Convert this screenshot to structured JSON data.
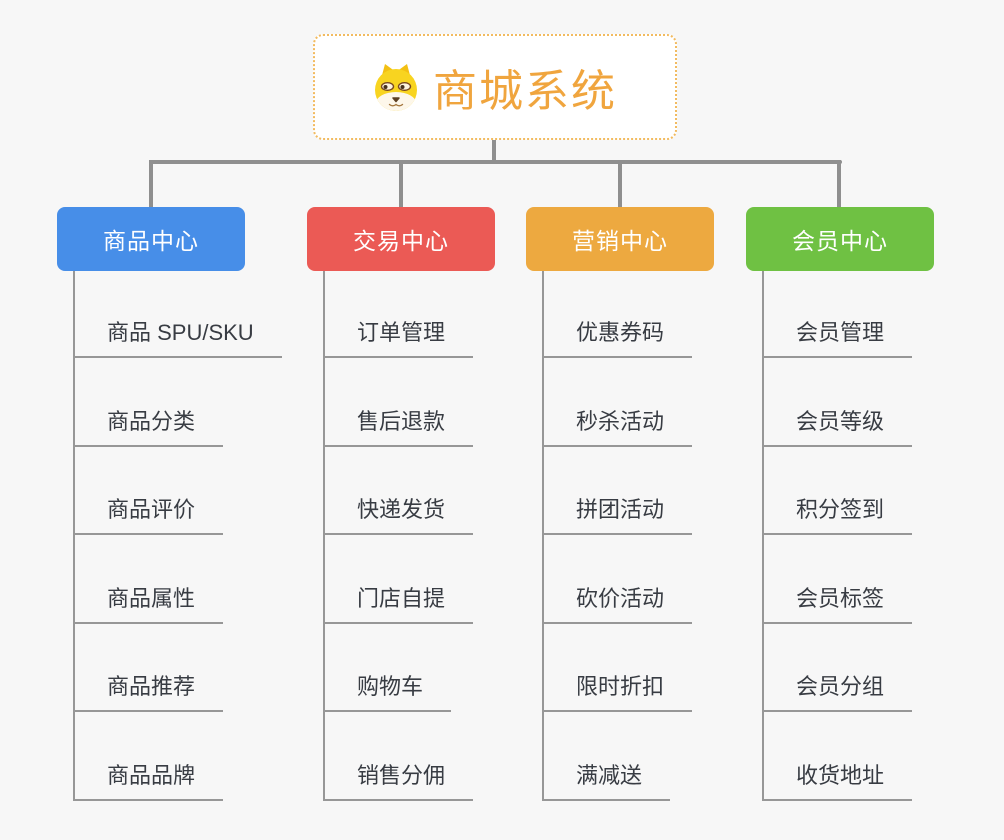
{
  "root": {
    "title": "商城系统",
    "icon": "dog-icon"
  },
  "branches": [
    {
      "label": "商品中心",
      "color": "#478ee8",
      "items": [
        "商品 SPU/SKU",
        "商品分类",
        "商品评价",
        "商品属性",
        "商品推荐",
        "商品品牌"
      ]
    },
    {
      "label": "交易中心",
      "color": "#eb5a55",
      "items": [
        "订单管理",
        "售后退款",
        "快递发货",
        "门店自提",
        "购物车",
        "销售分佣"
      ]
    },
    {
      "label": "营销中心",
      "color": "#eda940",
      "items": [
        "优惠券码",
        "秒杀活动",
        "拼团活动",
        "砍价活动",
        "限时折扣",
        "满减送"
      ]
    },
    {
      "label": "会员中心",
      "color": "#6fc143",
      "items": [
        "会员管理",
        "会员等级",
        "积分签到",
        "会员标签",
        "会员分组",
        "收货地址"
      ]
    }
  ],
  "colors": {
    "background": "#f7f7f7",
    "root_text": "#f0a53e",
    "root_border": "#f2bb60",
    "connector": "#8f8f8f",
    "item_text": "#383c43"
  }
}
